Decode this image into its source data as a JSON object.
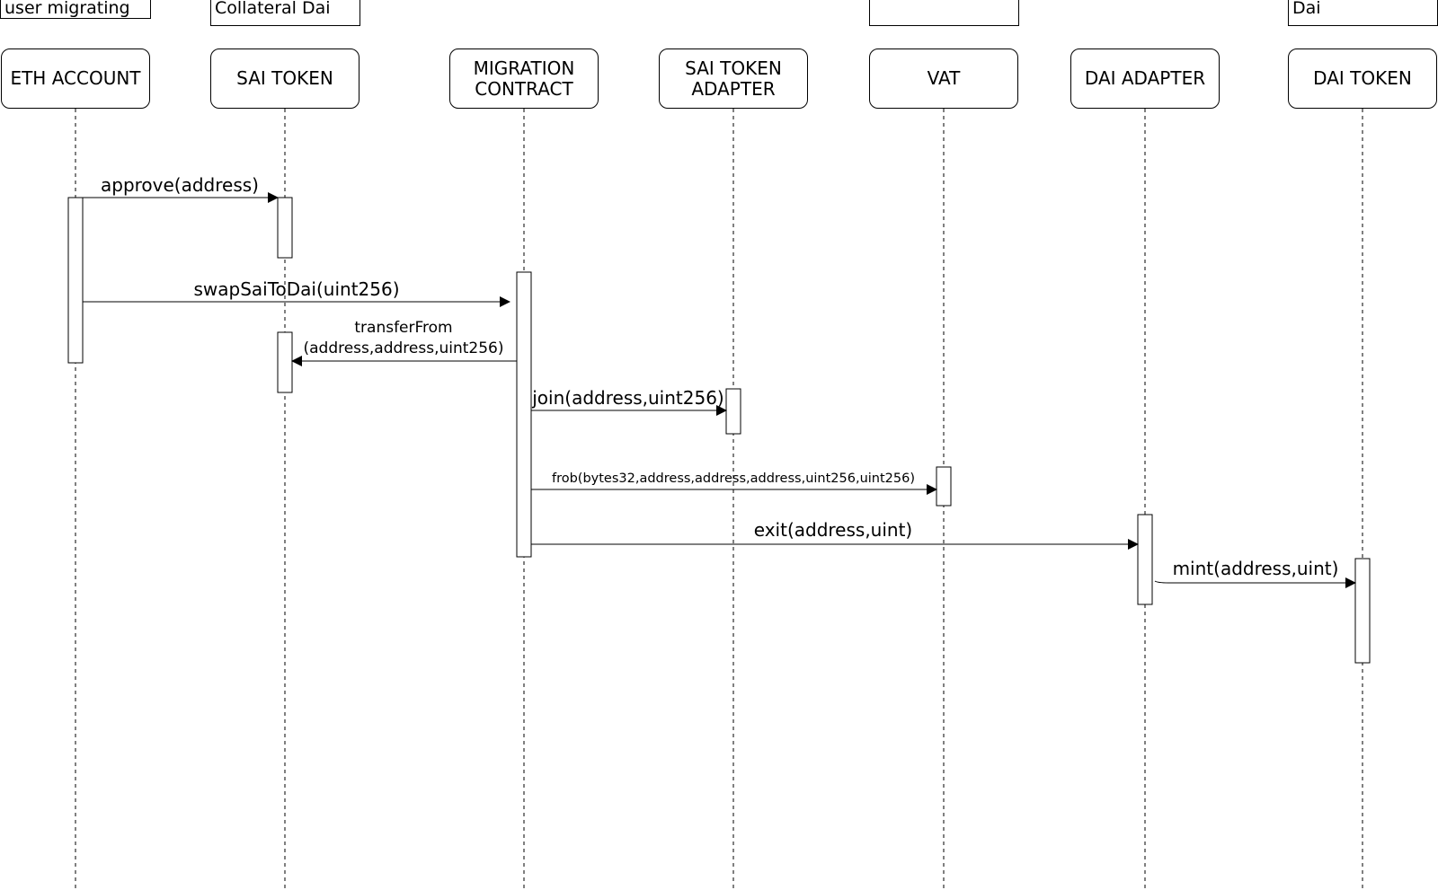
{
  "notes": {
    "eth_account": "user migrating",
    "sai_token": "Collateral Dai",
    "vat": "",
    "dai_token": "Dai"
  },
  "participants": [
    {
      "id": "eth_account",
      "label": "ETH ACCOUNT"
    },
    {
      "id": "sai_token",
      "label": "SAI TOKEN"
    },
    {
      "id": "migration_contract",
      "label": "MIGRATION\nCONTRACT"
    },
    {
      "id": "sai_token_adapter",
      "label": "SAI TOKEN\nADAPTER"
    },
    {
      "id": "vat",
      "label": "VAT"
    },
    {
      "id": "dai_adapter",
      "label": "DAI ADAPTER"
    },
    {
      "id": "dai_token",
      "label": "DAI TOKEN"
    }
  ],
  "messages": [
    {
      "from": "eth_account",
      "to": "sai_token",
      "label": "approve(address)"
    },
    {
      "from": "eth_account",
      "to": "migration_contract",
      "label": "swapSaiToDai(uint256)"
    },
    {
      "from": "migration_contract",
      "to": "sai_token",
      "label": "transferFrom\n(address,address,uint256)"
    },
    {
      "from": "migration_contract",
      "to": "sai_token_adapter",
      "label": "join(address,uint256)"
    },
    {
      "from": "migration_contract",
      "to": "vat",
      "label": "frob(bytes32,address,address,address,uint256,uint256)"
    },
    {
      "from": "migration_contract",
      "to": "dai_adapter",
      "label": "exit(address,uint)"
    },
    {
      "from": "dai_adapter",
      "to": "dai_token",
      "label": "mint(address,uint)"
    }
  ]
}
